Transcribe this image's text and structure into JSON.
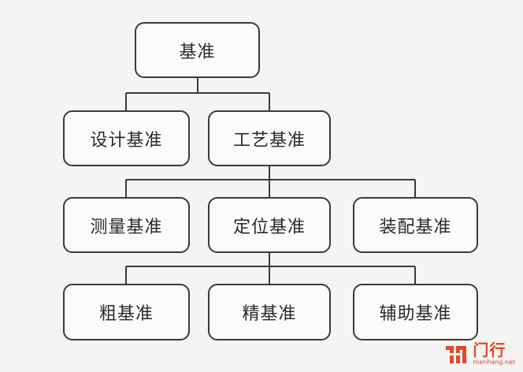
{
  "diagram": {
    "root": "基准",
    "level1": [
      "设计基准",
      "工艺基准"
    ],
    "level2": [
      "测量基准",
      "定位基准",
      "装配基准"
    ],
    "level3": [
      "粗基准",
      "精基准",
      "辅助基准"
    ]
  },
  "watermark": {
    "name": "门行",
    "url": "menhang.net"
  },
  "colors": {
    "line": "#3a3a3a",
    "watermark": "#e14a2b"
  }
}
